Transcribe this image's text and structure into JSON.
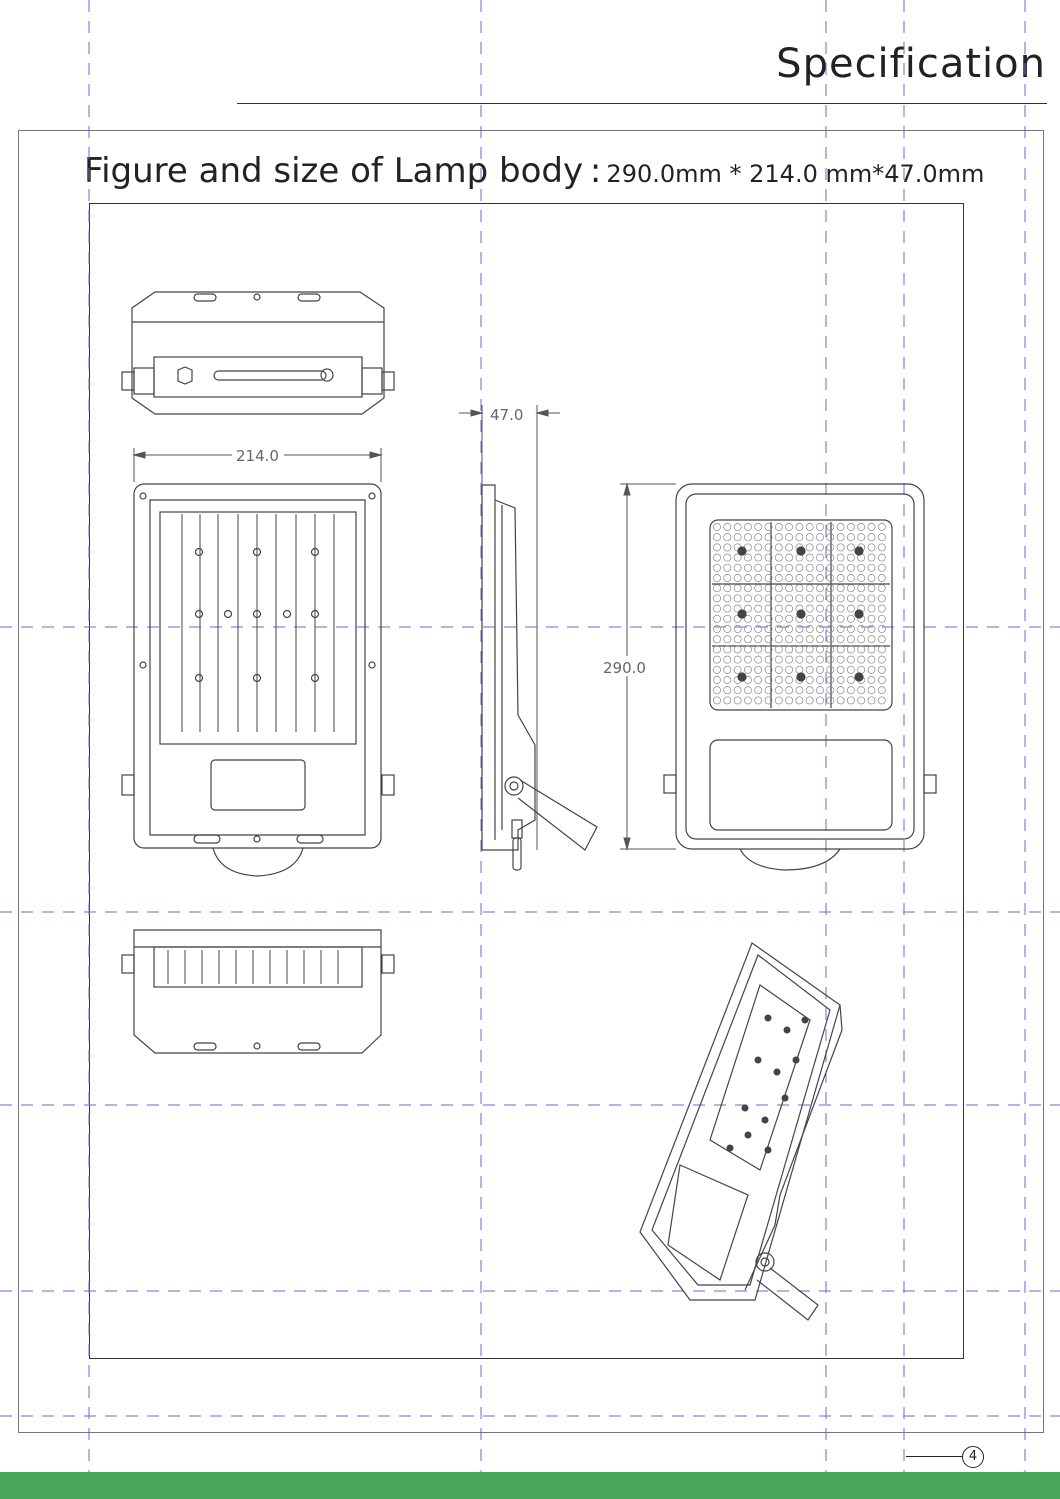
{
  "header": {
    "title": "Specification"
  },
  "heading": {
    "label": "Figure and size of Lamp body :",
    "dimensions": "290.0mm * 214.0 mm*47.0mm"
  },
  "drawing": {
    "width_label": "214.0",
    "depth_label": "47.0",
    "height_label": "290.0",
    "views": [
      "top-view",
      "back-view",
      "side-view",
      "front-view",
      "bottom-view",
      "perspective-view"
    ]
  },
  "footer": {
    "page_number": "4",
    "bar_color": "#4aa85c"
  }
}
